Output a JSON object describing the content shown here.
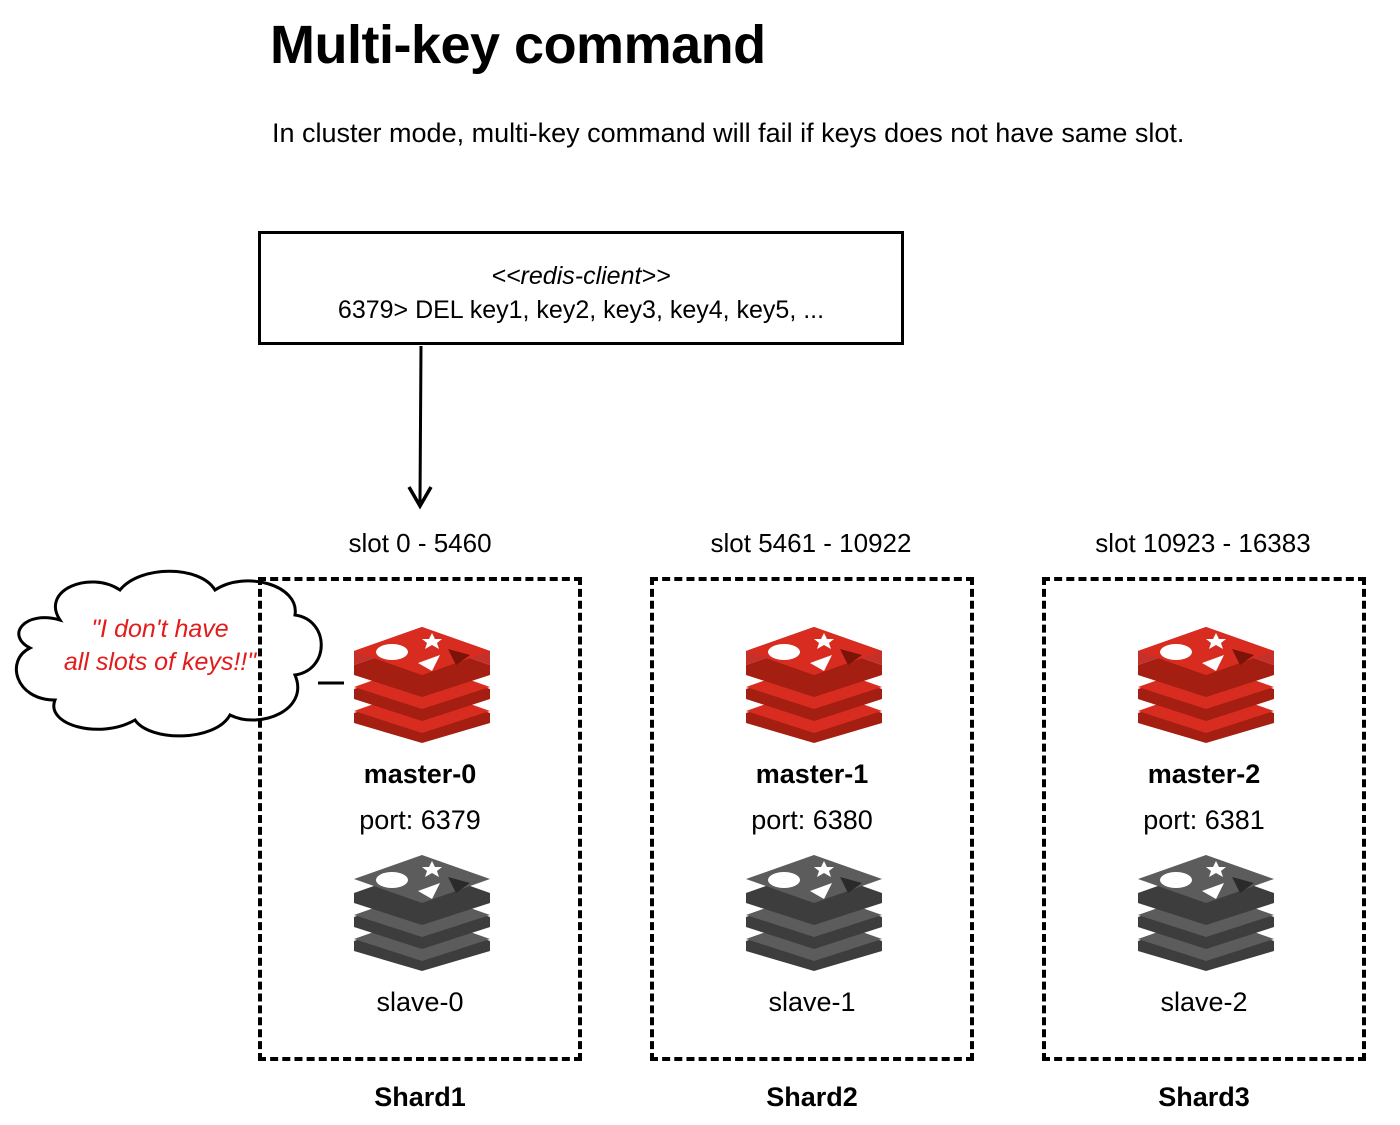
{
  "title": "Multi-key command",
  "subtitle": "In cluster mode, multi-key command will fail if keys does not have same slot.",
  "client": {
    "stereotype": "<<redis-client>>",
    "command": "6379> DEL key1, key2, key3, key4, key5, ..."
  },
  "callout": {
    "line1": "\"I don't have",
    "line2": "all slots of keys!!\"",
    "color": "#e31b1b"
  },
  "shards": [
    {
      "slot_range": "slot 0 - 5460",
      "master_name": "master-0",
      "master_port": "port: 6379",
      "slave_name": "slave-0",
      "shard_name": "Shard1"
    },
    {
      "slot_range": "slot 5461 - 10922",
      "master_name": "master-1",
      "master_port": "port: 6380",
      "slave_name": "slave-1",
      "shard_name": "Shard2"
    },
    {
      "slot_range": "slot 10923 - 16383",
      "master_name": "master-2",
      "master_port": "port: 6381",
      "slave_name": "slave-2",
      "shard_name": "Shard3"
    }
  ],
  "colors": {
    "master_icon": "#c6302b",
    "master_icon_dark": "#a41e11",
    "slave_icon": "#555555",
    "slave_icon_dark": "#3d3d3d"
  },
  "icons": {
    "master": "redis-logo-red-icon",
    "slave": "redis-logo-gray-icon",
    "arrow": "arrow-down-icon",
    "cloud": "thought-cloud-icon"
  }
}
